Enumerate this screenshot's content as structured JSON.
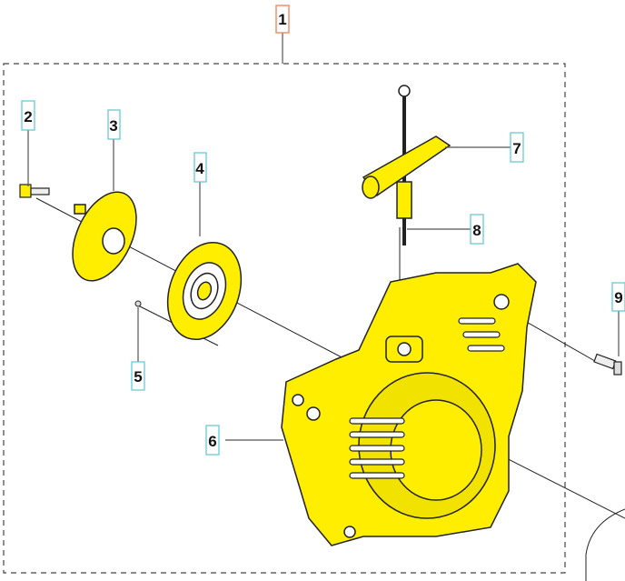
{
  "diagram": {
    "assembly_label": "1",
    "parts": [
      {
        "label": "2"
      },
      {
        "label": "3"
      },
      {
        "label": "4"
      },
      {
        "label": "5"
      },
      {
        "label": "6"
      },
      {
        "label": "7"
      },
      {
        "label": "8"
      },
      {
        "label": "9"
      }
    ],
    "colors": {
      "part_fill": "#ffee00",
      "callout_border": "#5bc4d0",
      "assembly_border": "#f0906a"
    }
  }
}
